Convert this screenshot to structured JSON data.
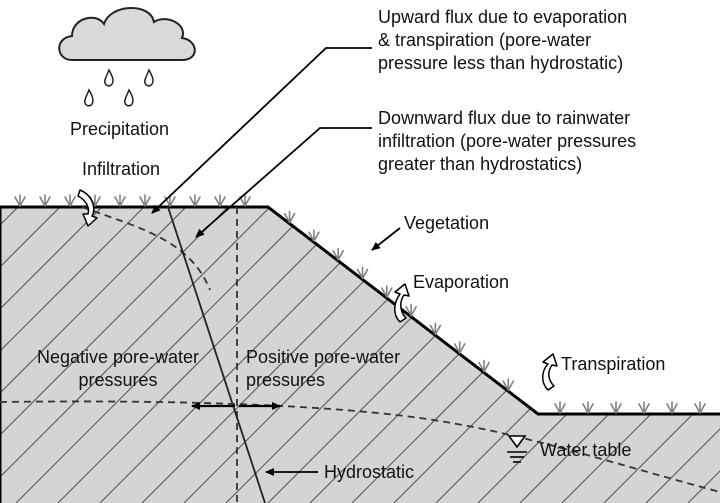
{
  "labels": {
    "precipitation": "Precipitation",
    "infiltration": "Infiltration",
    "upward_flux": [
      "Upward flux due to evaporation",
      "& transpiration (pore-water",
      "pressure less than hydrostatic)"
    ],
    "downward_flux": [
      "Downward flux due to rainwater",
      "infiltration (pore-water pressures",
      "greater than hydrostatics)"
    ],
    "vegetation": "Vegetation",
    "evaporation": "Evaporation",
    "transpiration": "Transpiration",
    "negative_pwp": [
      "Negative pore-water",
      "pressures"
    ],
    "positive_pwp": [
      "Positive pore-water",
      "pressures"
    ],
    "water_table": "Water table",
    "hydrostatic": "Hydrostatic"
  },
  "colors": {
    "soil_fill": "#d4d4d4",
    "hatch": "#555555",
    "outline": "#000000",
    "cloud_fill": "#d9d9d9",
    "grass": "#7f7f7f"
  },
  "icons": [
    "cloud-icon",
    "raindrop-icon",
    "grass-tuft-icon",
    "curved-arrow-icon",
    "water-table-symbol-icon"
  ]
}
